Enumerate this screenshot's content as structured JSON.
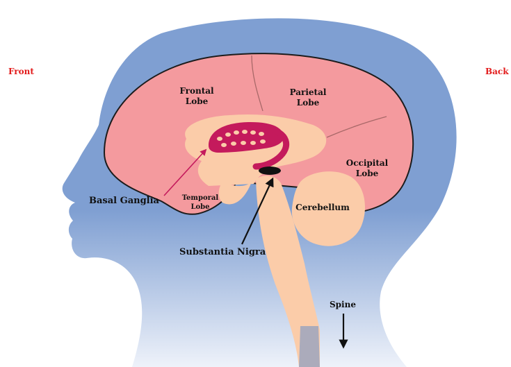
{
  "colors": {
    "background": "#ffffff",
    "head_silhouette": "#7f9fd2",
    "head_fade": "#eef2fa",
    "cerebrum_fill": "#f49a9e",
    "cerebrum_outline": "#1c1c1c",
    "lobe_divider": "#a86868",
    "deep_structures": "#fbcca9",
    "basal_ganglia": "#c41a5c",
    "basal_ganglia_spots": "#fbcca9",
    "substantia_nigra": "#111111",
    "arrow_black": "#111111",
    "arrow_basal": "#c41a5c",
    "direction_label": "#e21c1c",
    "label_text": "#111111"
  },
  "directions": {
    "front": "Front",
    "back": "Back"
  },
  "labels": {
    "frontal_lobe": "Frontal\nLobe",
    "parietal_lobe": "Parietal\nLobe",
    "occipital_lobe": "Occipital\nLobe",
    "temporal_lobe": "Temporal\nLobe",
    "cerebellum": "Cerebellum",
    "basal_ganglia": "Basal Ganglia",
    "substantia_nigra": "Substantia Nigra",
    "spine": "Spine"
  },
  "icons": {
    "spine_arrow": "down-arrow-icon",
    "basal_pointer": "pointer-arrow-icon",
    "nigra_pointer": "pointer-arrow-icon"
  }
}
